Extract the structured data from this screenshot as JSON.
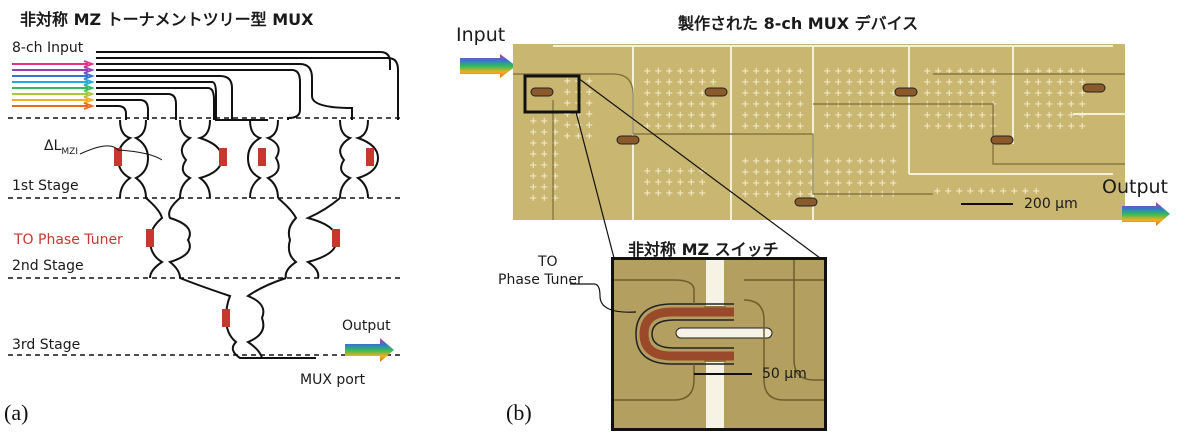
{
  "panel_a": {
    "title": "非対称 MZ トーナメントツリー型 MUX",
    "input_label": "8-ch Input",
    "delta_label": "ΔL",
    "delta_sub": "MZI",
    "stage1": "1st Stage",
    "stage2": "2nd Stage",
    "stage3": "3rd Stage",
    "tuner_label": "TO Phase Tuner",
    "output_label": "Output",
    "port_label": "MUX port",
    "letter": "(a)",
    "colors": {
      "tuner": "#c8372d",
      "waveguide": "#111111"
    }
  },
  "panel_b": {
    "title": "製作された 8-ch MUX デバイス",
    "input_label": "Input",
    "output_label": "Output",
    "scale_main": "200 μm",
    "inset_title": "非対称 MZ スイッチ",
    "inset_tuner_label_1": "TO",
    "inset_tuner_label_2": "Phase Tuner",
    "scale_inset": "50 μm",
    "letter": "(b)",
    "colors": {
      "chip": "#c9b670",
      "inset": "#b3a060",
      "heater": "#9a4a2a"
    }
  },
  "arrow_colors": [
    "#e8308a",
    "#9b3fb5",
    "#3a6fd8",
    "#25a9d8",
    "#2dbb5d",
    "#a6c93a",
    "#f0b020",
    "#e86a22"
  ]
}
